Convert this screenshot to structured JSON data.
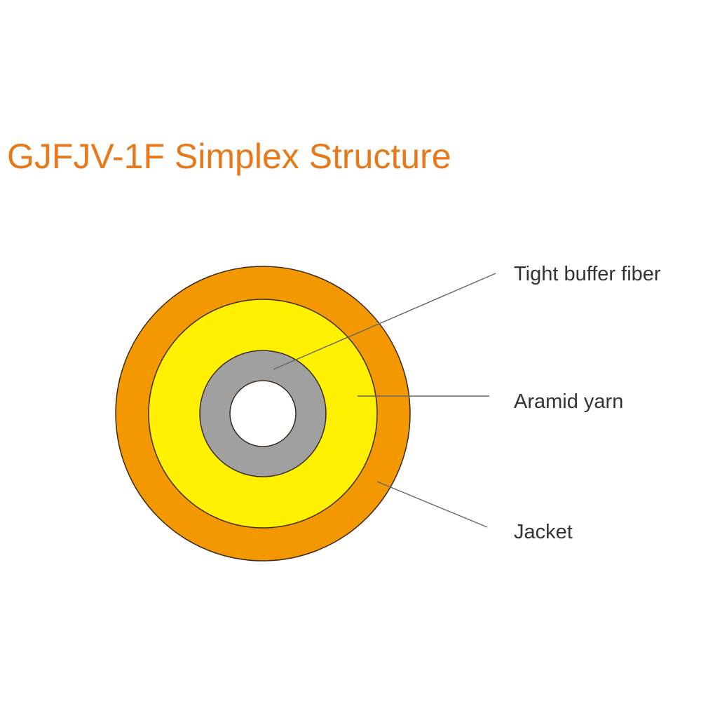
{
  "title": "GJFJV-1F Simplex Structure",
  "labels": {
    "tight_buffer_fiber": "Tight buffer fiber",
    "aramid_yarn": "Aramid yarn",
    "jacket": "Jacket"
  },
  "colors": {
    "title": "#E8791B",
    "jacket": "#F39800",
    "aramid_yarn": "#FFF100",
    "tight_buffer": "#A0A0A0",
    "fiber_core": "#FFFFFF"
  }
}
